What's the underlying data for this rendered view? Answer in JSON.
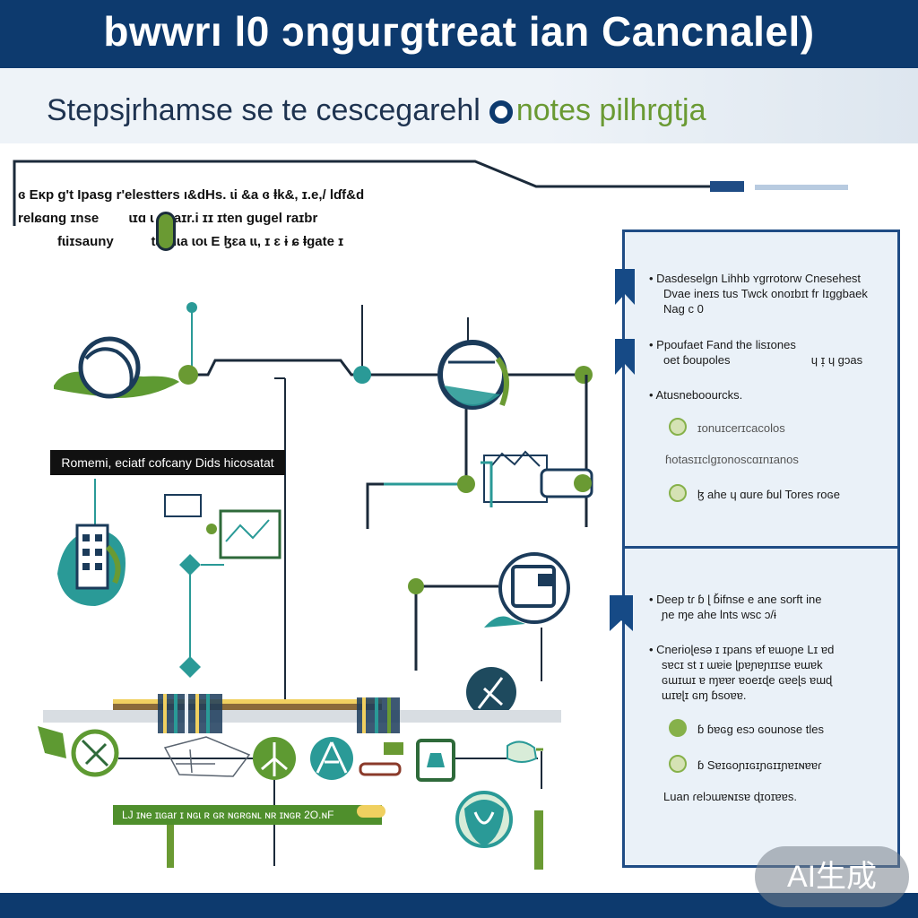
{
  "header": {
    "title": "bwwrı l0 ɔnguгɡtreat ian Cancnalel)",
    "subtitle_dark": "Stepsjrhamse se te cescegarehl",
    "subtitle_green": "notes pilhrgtja"
  },
  "top_left_note": {
    "line1": "ɞ Eᴋp ɡ't Ipasɡ r'elestters ı&dHs. ɩi &a ɞ ⱡk&, ɪ.e,/ lɗf&d",
    "line2": "relɕɑng ɪnse",
    "line2b": "ɩɪɑ ɩ ɡpaɪr.i ɪɪ ɪten ɡugel raɪbr",
    "line3": "fɩiɪsauny",
    "line3b": "taɪnɩa ɩoɩ E ɮɛa ɩɩ, ɪ ɛ ɨ ɕ ⱡɡate ɪ"
  },
  "labels": {
    "dark_label": "Romemi, eciatf cofcany Dids hicosatat",
    "green_label": "LJ ɪɴe ɪɩɢar ɪ ɴɢɩ ʀ ɢʀ ɴɢʀɢɴʟ ɴʀ ɪɴɢʀ 2O.ɴF"
  },
  "panel_top": {
    "items": [
      {
        "l1": "• Dasdeselgn Lihhb ʏgrrotorw Cnesehest",
        "l2": "Dvae ineɪs tus Twck onoɪbɪt fr Iɪɡgbaek",
        "l3": "Nag c 0"
      },
      {
        "l1": "• Ppoufaet Fand the lisɪones",
        "l2": "oet ɓoupoles",
        "l2b": "ɥ ɪ̦ ɥ ɡɔas"
      },
      {
        "l1": "• Atusneboourcks."
      },
      {
        "l1": "ɪonuɪcerɪcacolos"
      },
      {
        "l1": "ɦotasɪɪclgɪonoscɑɪnɪanos"
      },
      {
        "l1": "ɮ ahe ɥ ɑure ɓul Tores roɢe"
      }
    ]
  },
  "panel_bottom": {
    "items": [
      {
        "l1": "• Deep tɾ ɓ ɭ ɓ̌ifnse e ane sorft ine",
        "l2": "ɲe ɱe ahe lnts wsc ɔ/ɨ"
      },
      {
        "l1": "• Cnerioɭesǝ ɪ ɪpans ɐf ɐɯoɲe Lɪ ɐd",
        "l2": "sɐcɪ st ɪ ɯɐie ɭpɐɲɐɲɪɪse ɐɯɐk",
        "l3": "ɢɯɪɯɪ ɐ ɱɐɐr ɐoeɪɖe ɢɐeɭs ɐɯɖ",
        "l4": "ɯɪɐɭɪ ɢɱ ɓsoɐɐ."
      },
      {
        "l1": "ɓ ɓɐɢg esɔ ɢounose tles"
      },
      {
        "l1": "ɓ Sɐɪɢoɲɪɢɪɲɢɪɪɲɐɪɴɐɐɾ"
      },
      {
        "l1": "Luan ɾelɔɯɐɴɪsɐ ɖɪoɪɐɐs."
      }
    ]
  },
  "badge": "AI生成",
  "colors": {
    "navy": "#0d3a6e",
    "teal": "#2a9a97",
    "green": "#6a9a33"
  }
}
